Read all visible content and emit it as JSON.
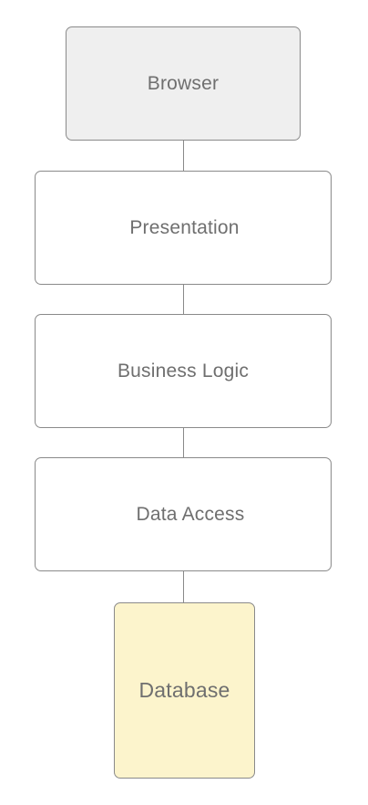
{
  "diagram": {
    "nodes": [
      {
        "id": "browser",
        "label": "Browser",
        "fill": "#efefef"
      },
      {
        "id": "presentation",
        "label": "Presentation",
        "fill": "#ffffff"
      },
      {
        "id": "business_logic",
        "label": "Business Logic",
        "fill": "#ffffff"
      },
      {
        "id": "data_access",
        "label": "Data Access",
        "fill": "#ffffff"
      },
      {
        "id": "database",
        "label": "Database",
        "fill": "#fcf4cc"
      }
    ],
    "edges": [
      {
        "from": "browser",
        "to": "presentation"
      },
      {
        "from": "presentation",
        "to": "business_logic"
      },
      {
        "from": "business_logic",
        "to": "data_access"
      },
      {
        "from": "data_access",
        "to": "database"
      }
    ],
    "colors": {
      "border": "#8a8a8a",
      "text": "#6f6f6f"
    }
  }
}
